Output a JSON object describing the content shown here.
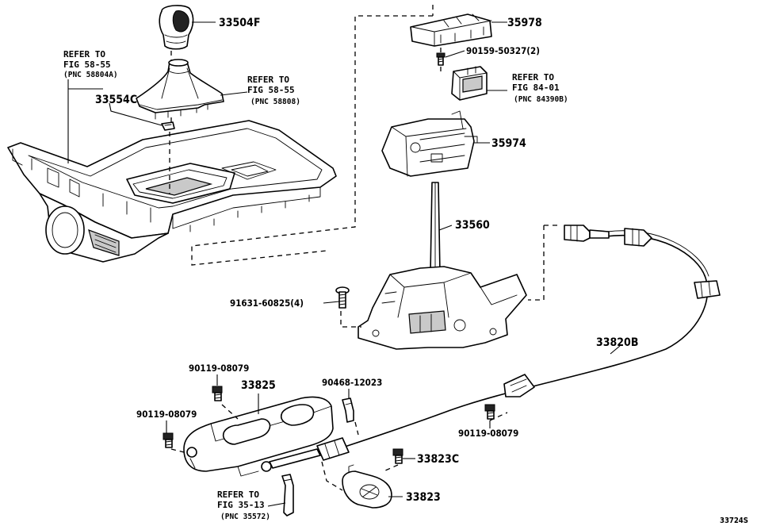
{
  "labels": {
    "knob": "33504F",
    "shift_boot": "33554C",
    "boot_ref_line1": "REFER TO",
    "boot_ref_line2": "FIG 58-55",
    "boot_ref_line3": "(PNC 58808)",
    "console_ref_line1": "REFER TO",
    "console_ref_line2": "FIG 58-55",
    "console_ref_line3": "(PNC 58804A)",
    "indicator_housing": "35978",
    "screw_top": "90159-50327(2)",
    "switch_ref_line1": "REFER TO",
    "switch_ref_line2": "FIG 84-01",
    "switch_ref_line3": "(PNC 84390B)",
    "position_sensor": "35974",
    "lever_shaft": "33560",
    "bolt_main": "91631-60825(4)",
    "cable": "33820B",
    "bolt_left_upper": "90119-08079",
    "bracket": "33825",
    "clip": "90468-12023",
    "bolt_left_lower": "90119-08079",
    "bolt_right": "90119-08079",
    "bolt_small": "33823C",
    "plate": "33823",
    "bottom_ref_line1": "REFER TO",
    "bottom_ref_line2": "FIG 35-13",
    "bottom_ref_line3": "(PNC 35572)",
    "figure_id": "33724S"
  }
}
